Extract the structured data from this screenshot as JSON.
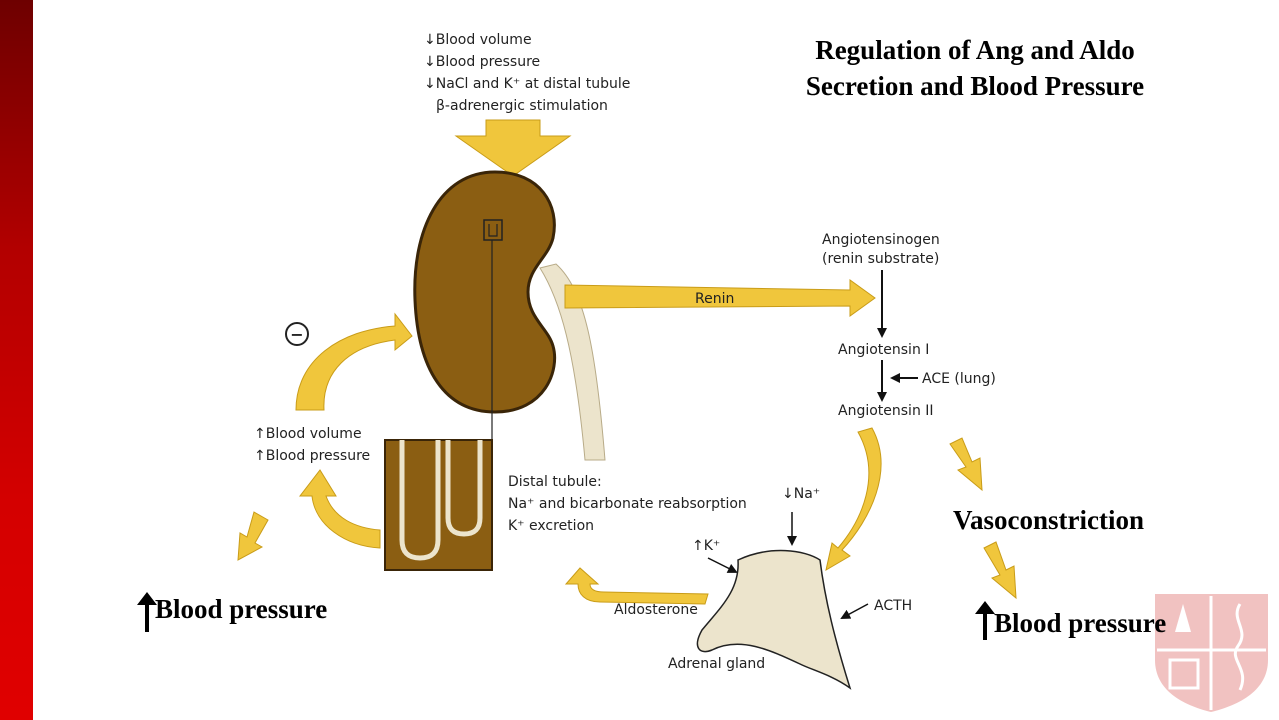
{
  "title": {
    "line1": "Regulation of Ang and Aldo",
    "line2": "Secretion and Blood Pressure"
  },
  "stimuli": [
    "↓Blood volume",
    "↓Blood pressure",
    "↓NaCl and K⁺ at distal tubule",
    "β-adrenergic stimulation"
  ],
  "pathway": {
    "renin": "Renin",
    "angiotensinogen": "Angiotensinogen",
    "renin_substrate": "(renin substrate)",
    "angiotensin_1": "Angiotensin I",
    "ace": "ACE (lung)",
    "angiotensin_2": "Angiotensin II"
  },
  "feedback": {
    "minus_sign": "−",
    "blood_volume_up": "↑Blood volume",
    "blood_pressure_up": "↑Blood pressure"
  },
  "distal_tubule": {
    "line1": "Distal tubule:",
    "line2": "Na⁺ and bicarbonate reabsorption",
    "line3": "K⁺ excretion"
  },
  "adrenal": {
    "na_down": "↓Na⁺",
    "k_up": "↑K⁺",
    "acth": "ACTH",
    "aldosterone": "Aldosterone",
    "gland_label": "Adrenal gland"
  },
  "outcomes": {
    "vasoconstriction": "Vasoconstriction",
    "bp_left": "Blood pressure",
    "bp_right": "Blood pressure"
  },
  "colors": {
    "sidebar": "#c00000",
    "arrow_fill": "#f0c63c",
    "kidney": "#8b5e12",
    "kidney_outline": "#3a2508",
    "ureter": "#ece4cc"
  }
}
